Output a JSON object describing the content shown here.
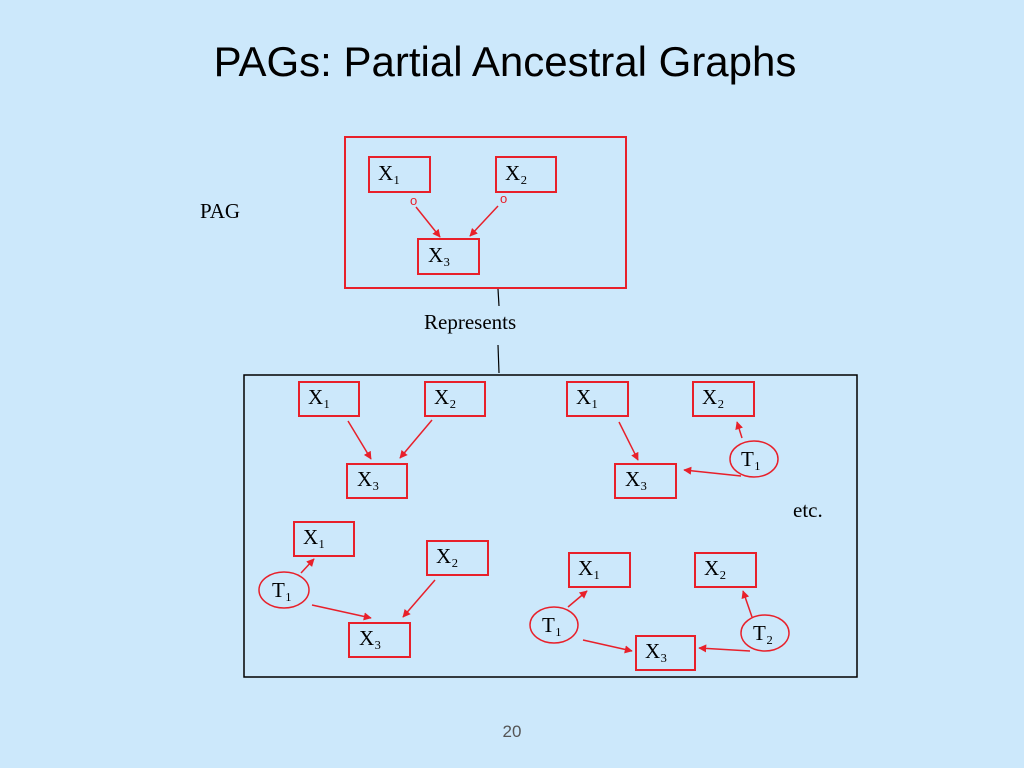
{
  "title": "PAGs: Partial Ancestral Graphs",
  "labels": {
    "pag": "PAG",
    "represents": "Represents",
    "etc": "etc.",
    "circle_mark": "o"
  },
  "nodes": {
    "x1": "X₁",
    "x2": "X₂",
    "x3": "X₃",
    "t1": "T₁",
    "t2": "T₂"
  },
  "page_number": "20",
  "colors": {
    "background": "#cce8fb",
    "accent": "#e8202a",
    "text": "#000000"
  }
}
